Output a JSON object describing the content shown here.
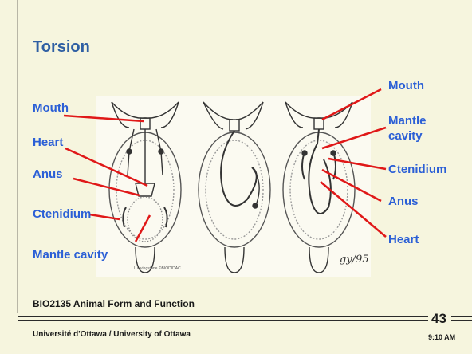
{
  "slide": {
    "title": "Torsion",
    "course": "BIO2135 Animal Form and Function",
    "university": "Université d'Ottawa / University of Ottawa",
    "slide_number": "43",
    "time": "9:10 AM"
  },
  "labels": {
    "left": {
      "mouth": "Mouth",
      "heart": "Heart",
      "anus": "Anus",
      "ctenidium": "Ctenidium",
      "mantle_cavity": "Mantle cavity"
    },
    "right": {
      "mouth": "Mouth",
      "mantle": "Mantle",
      "cavity": "cavity",
      "ctenidium": "Ctenidium",
      "anus": "Anus",
      "heart": "Heart"
    }
  },
  "illustration": {
    "credit": "L.Livingstone ©BIODIDAC",
    "signature": "gy/95"
  },
  "colors": {
    "background": "#f6f5de",
    "title": "#2f5fa3",
    "label": "#2b5fd6",
    "arrow": "#e01818"
  }
}
